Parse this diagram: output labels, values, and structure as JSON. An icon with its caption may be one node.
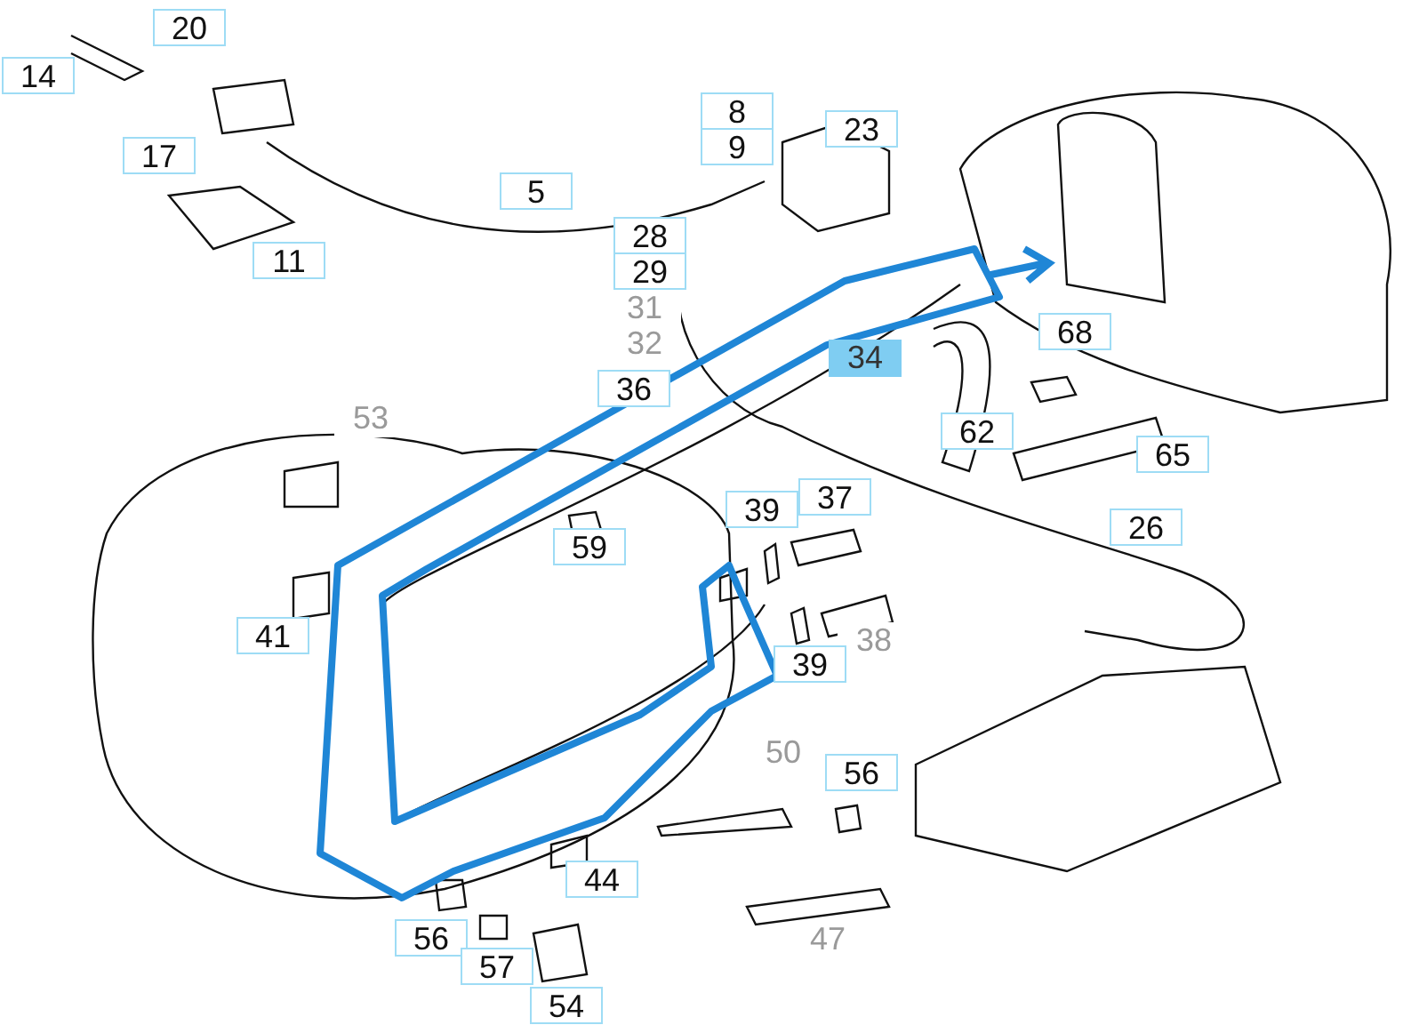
{
  "diagram": {
    "labels": [
      "20",
      "14",
      "8",
      "9",
      "23",
      "17",
      "5",
      "28",
      "11",
      "29",
      "31",
      "68",
      "32",
      "34",
      "36",
      "53",
      "62",
      "65",
      "39",
      "37",
      "26",
      "59",
      "41",
      "38",
      "39",
      "50",
      "56",
      "44",
      "56",
      "47",
      "57",
      "54"
    ]
  }
}
